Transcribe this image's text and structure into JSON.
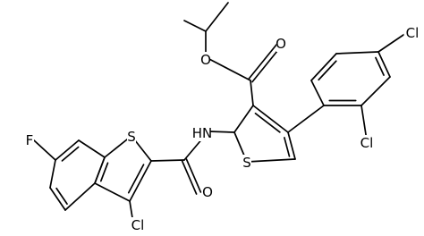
{
  "molecule": {
    "atoms": [
      {
        "id": "S_thiophene",
        "label": "S"
      },
      {
        "id": "S_benzothiophene",
        "label": "S"
      },
      {
        "id": "N_amide",
        "label": "HN"
      },
      {
        "id": "O_amide",
        "label": "O"
      },
      {
        "id": "O_ester_carbonyl",
        "label": "O"
      },
      {
        "id": "O_ester",
        "label": "O"
      },
      {
        "id": "Cl_benzothiophene",
        "label": "Cl"
      },
      {
        "id": "Cl_phenyl_ortho",
        "label": "Cl"
      },
      {
        "id": "Cl_phenyl_para",
        "label": "Cl"
      },
      {
        "id": "F",
        "label": "F"
      }
    ],
    "colors": {
      "bond": "#000000",
      "label": "#000000",
      "background": "#ffffff"
    }
  }
}
